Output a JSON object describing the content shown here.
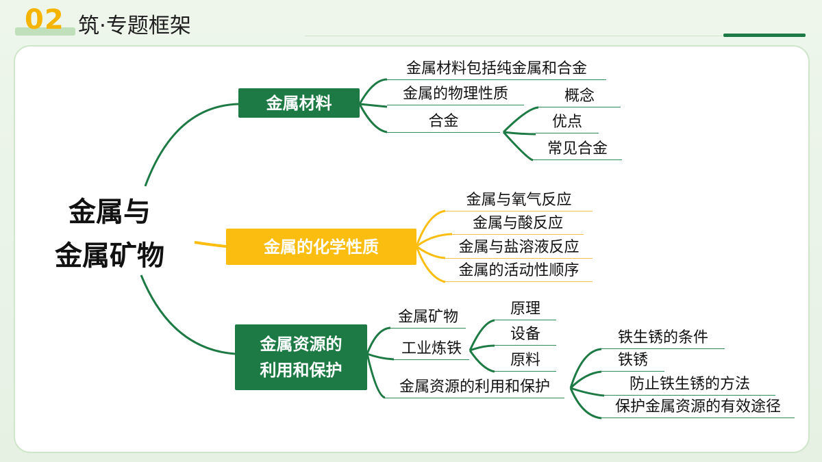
{
  "header": {
    "number": "02",
    "title": "筑·专题框架"
  },
  "root": {
    "line1": "金属与",
    "line2": "金属矿物"
  },
  "branches": {
    "materials": {
      "label": "金属材料",
      "leaves": [
        "金属材料包括纯金属和合金",
        "金属的物理性质",
        "合金"
      ],
      "alloy_children": [
        "概念",
        "优点",
        "常见合金"
      ]
    },
    "chemical": {
      "label": "金属的化学性质",
      "leaves": [
        "金属与氧气反应",
        "金属与酸反应",
        "金属与盐溶液反应",
        "金属的活动性顺序"
      ]
    },
    "resources": {
      "label_line1": "金属资源的",
      "label_line2": "利用和保护",
      "leaves": [
        "金属矿物",
        "工业炼铁",
        "金属资源的利用和保护"
      ],
      "iron_children": [
        "原理",
        "设备",
        "原料"
      ],
      "protect_children": [
        "铁生锈的条件",
        "铁锈",
        "防止铁生锈的方法",
        "保护金属资源的有效途径"
      ]
    }
  },
  "colors": {
    "green": "#1e7a45",
    "yellow": "#fbbd0f",
    "number": "#f5b400"
  }
}
